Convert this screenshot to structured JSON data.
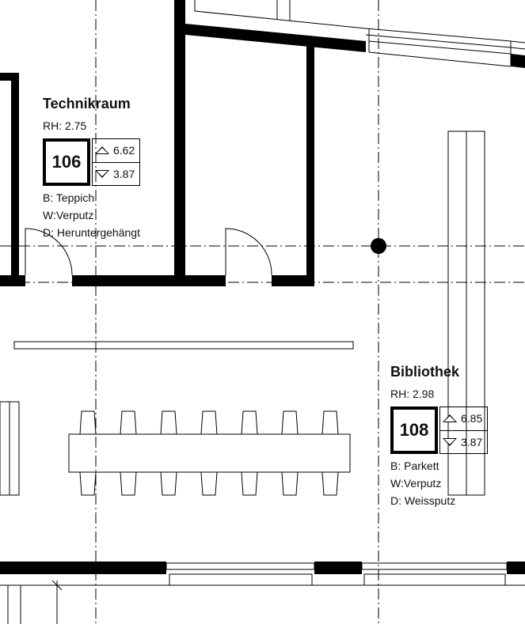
{
  "rooms": [
    {
      "name": "Technikraum",
      "rh": "RH: 2.75",
      "number": "106",
      "height_top": "6.62",
      "height_bottom": "3.87",
      "floor": "B: Teppich",
      "wall": "W:Verputz",
      "ceiling": "D: Heruntergehängt"
    },
    {
      "name": "Bibliothek",
      "rh": "RH: 2.98",
      "number": "108",
      "height_top": "6.85",
      "height_bottom": "3.87",
      "floor": "B: Parkett",
      "wall": "W:Verputz",
      "ceiling": "D: Weissputz"
    }
  ],
  "icons": {
    "up": "triangle-up-icon",
    "down": "triangle-down-icon"
  },
  "colors": {
    "ink": "#000000",
    "background": "#ffffff"
  }
}
